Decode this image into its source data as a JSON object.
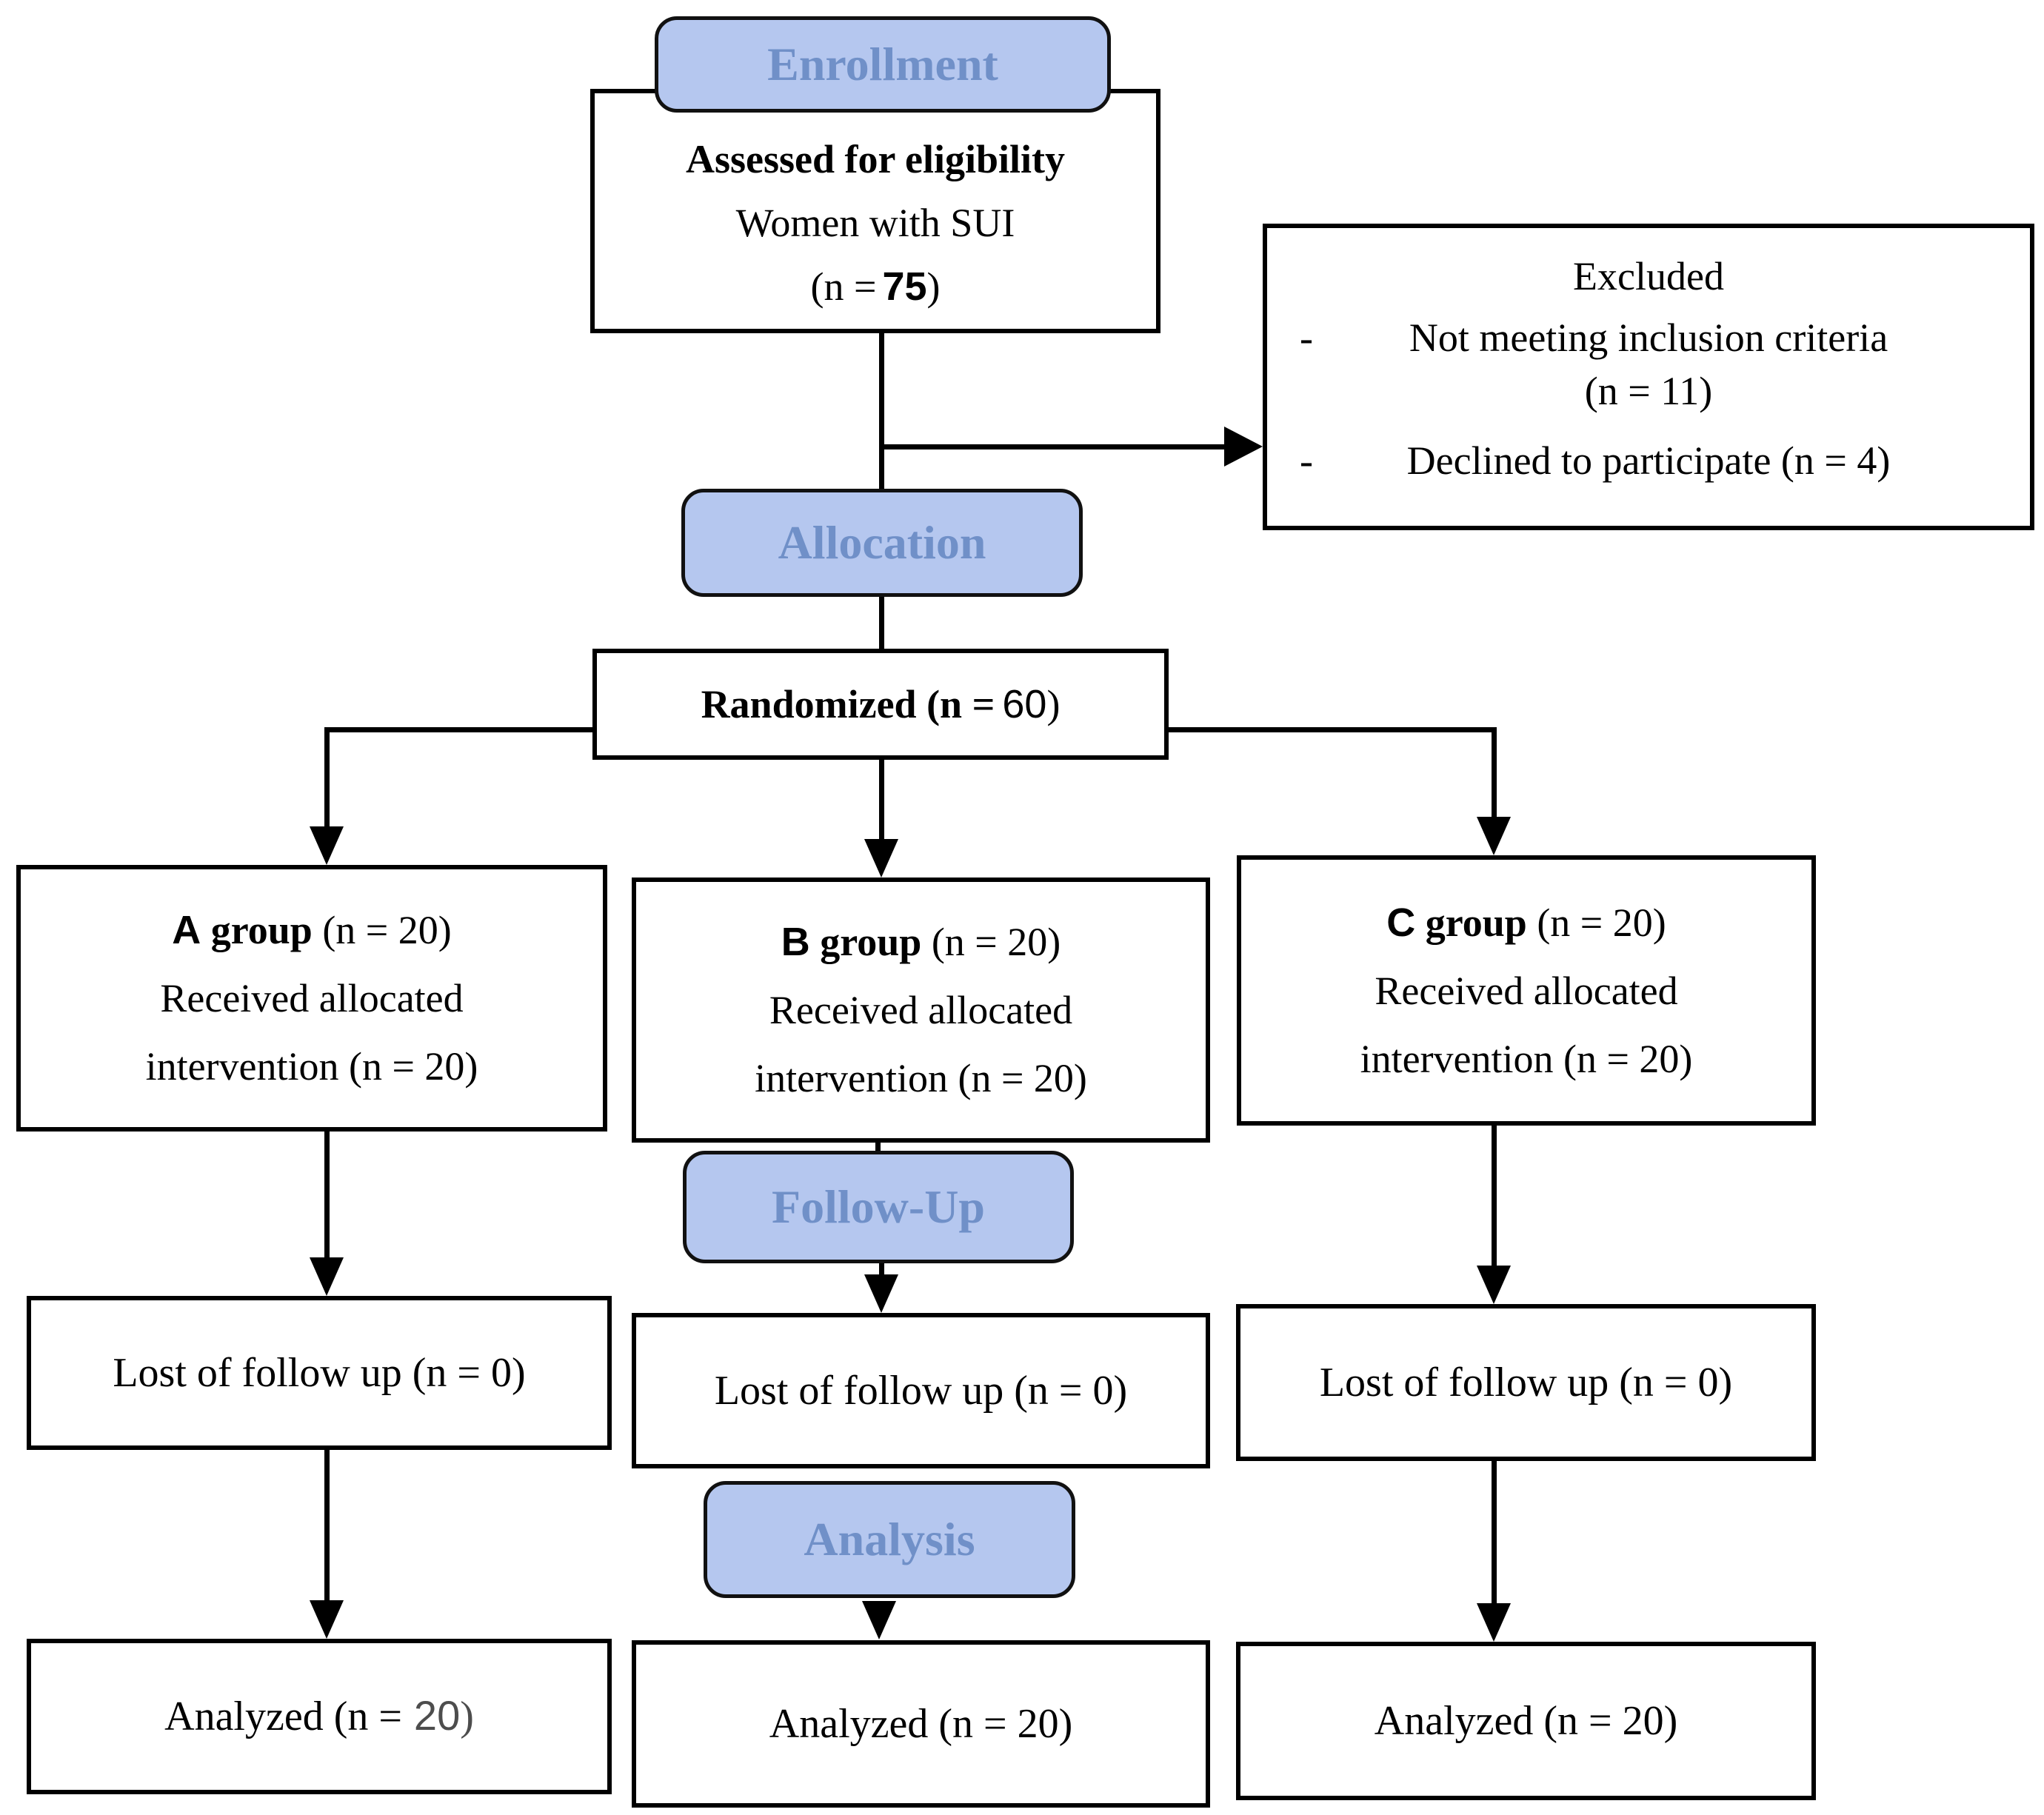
{
  "stages": {
    "enrollment": "Enrollment",
    "allocation": "Allocation",
    "followup": "Follow-Up",
    "analysis": "Analysis"
  },
  "assessed": {
    "title": "Assessed for eligibility",
    "population": "Women with SUI",
    "n_prefix": "(n =",
    "n_value": "75",
    "n_suffix": ")"
  },
  "excluded": {
    "title": "Excluded",
    "bullet": "-",
    "item1_line1": "Not meeting inclusion criteria",
    "item1_line2": "(n = 11)",
    "item2": "Declined to participate (n = 4)"
  },
  "randomized": {
    "prefix": "Randomized (n =",
    "n_value": "60",
    "suffix": ")"
  },
  "groups": [
    {
      "letter": "A",
      "name": " group ",
      "n": "(n = 20)",
      "line2": "Received allocated",
      "line3": "intervention (n = 20)"
    },
    {
      "letter": "B",
      "name": " group ",
      "n": "(n = 20)",
      "line2": "Received allocated",
      "line3": "intervention (n = 20)"
    },
    {
      "letter": "C",
      "name": " group ",
      "n": "(n = 20)",
      "line2": "Received allocated",
      "line3": "intervention (n = 20)"
    }
  ],
  "lost": [
    "Lost of follow up (n = 0)",
    "Lost of follow up (n = 0)",
    "Lost of follow up (n = 0)"
  ],
  "analyzed": {
    "left_prefix": "Analyzed (n =",
    "left_value": "20",
    "left_suffix": ")",
    "middle": "Analyzed (n = 20)",
    "right": "Analyzed (n = 20)"
  },
  "colors": {
    "stage_fill": "#b5c7ef",
    "stage_text": "#7090c8",
    "line": "#000000"
  }
}
